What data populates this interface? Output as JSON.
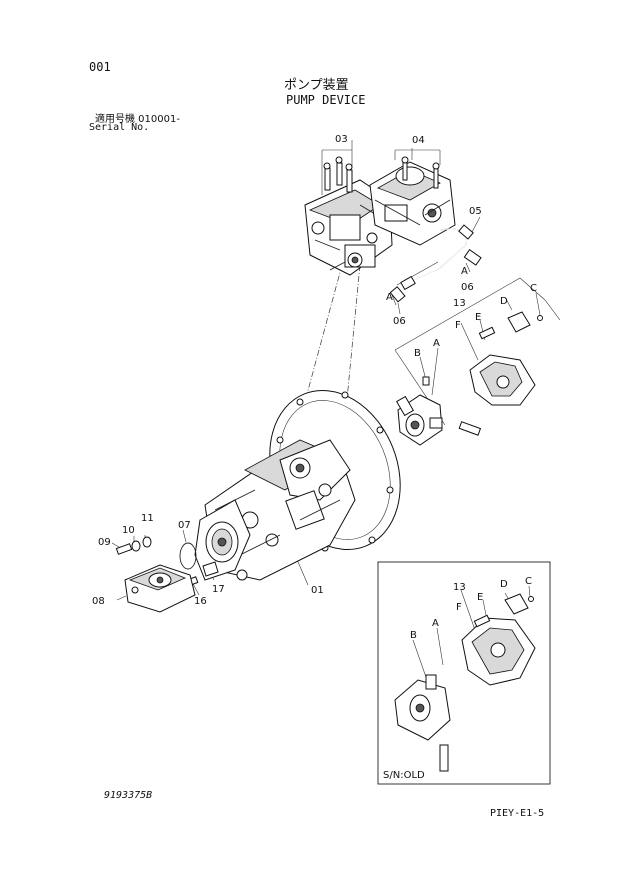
{
  "header": {
    "page_no": "001",
    "title_ja": "ポンプ装置",
    "title_en": "PUMP DEVICE",
    "applicability": "適用号機  010001-",
    "serial": "Serial No."
  },
  "callouts": {
    "c01": "01",
    "c03": "03",
    "c04": "04",
    "c05": "05",
    "c06a": "06",
    "c06b": "06",
    "c07": "07",
    "c08": "08",
    "c09": "09",
    "c10": "10",
    "c11": "11",
    "c13": "13",
    "c16": "16",
    "c17": "17",
    "ca1": "A",
    "ca2": "A",
    "cb": "B",
    "cc": "C",
    "cd": "D",
    "ce": "E",
    "cf": "F",
    "inset_13": "13",
    "inset_a": "A",
    "inset_b": "B",
    "inset_c": "C",
    "inset_d": "D",
    "inset_e": "E",
    "inset_f": "F"
  },
  "inset": {
    "label": "S/N:OLD"
  },
  "footer": {
    "drawing_no": "9193375B",
    "sheet_id": "PIEY-E1-5"
  }
}
